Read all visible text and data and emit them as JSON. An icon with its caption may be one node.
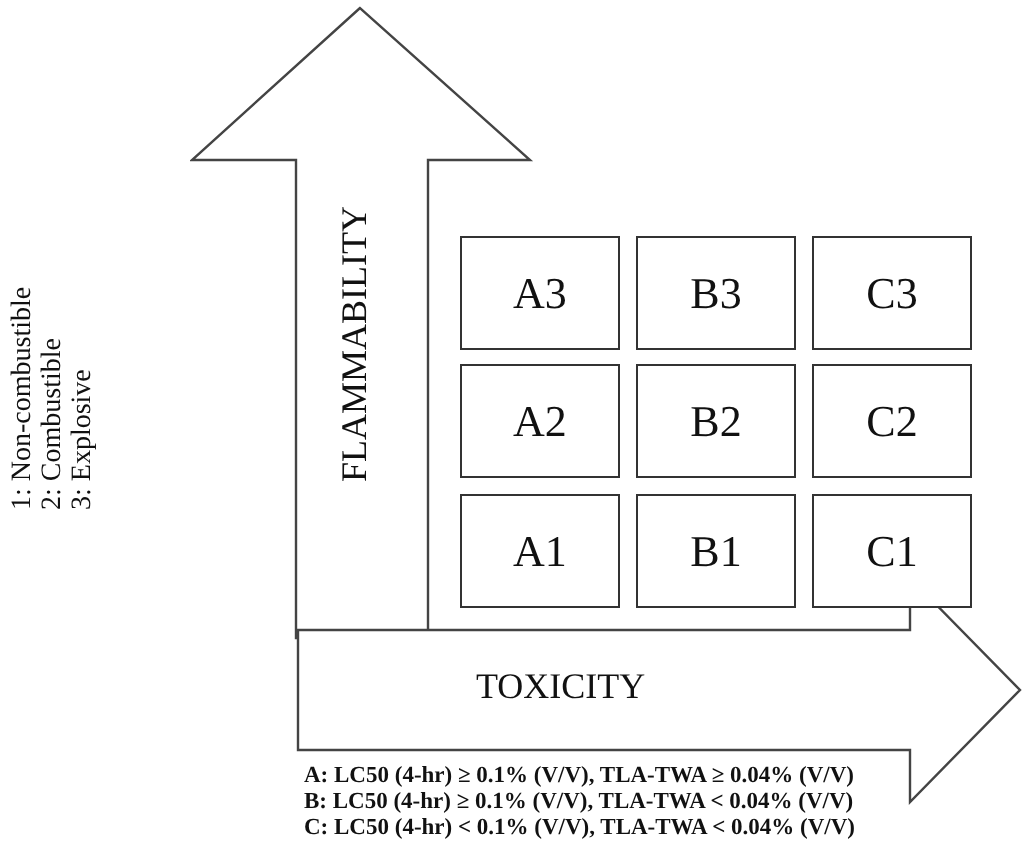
{
  "diagram": {
    "nodes": [
      {
        "text": [
          "FLAMMABILITY"
        ]
      },
      {
        "text": [
          "TOXICITY"
        ]
      },
      {
        "text": [
          "A3"
        ]
      },
      {
        "text": [
          "B3"
        ]
      },
      {
        "text": [
          "C3"
        ]
      },
      {
        "text": [
          "A2"
        ]
      },
      {
        "text": [
          "B2"
        ]
      },
      {
        "text": [
          "C2"
        ]
      },
      {
        "text": [
          "A1"
        ]
      },
      {
        "text": [
          "B1"
        ]
      },
      {
        "text": [
          "C1"
        ]
      }
    ],
    "edges": [],
    "labels": [
      "1: Non-combustible",
      "2: Combustible",
      "3: Explosive",
      "A: LC50 (4-hr) ≥ 0.1% (V/V), TLA-TWA ≥ 0.04% (V/V)",
      "B: LC50 (4-hr) ≥ 0.1% (V/V), TLA-TWA < 0.04% (V/V)",
      "C: LC50 (4-hr) < 0.1% (V/V), TLA-TWA < 0.04% (V/V)"
    ]
  }
}
